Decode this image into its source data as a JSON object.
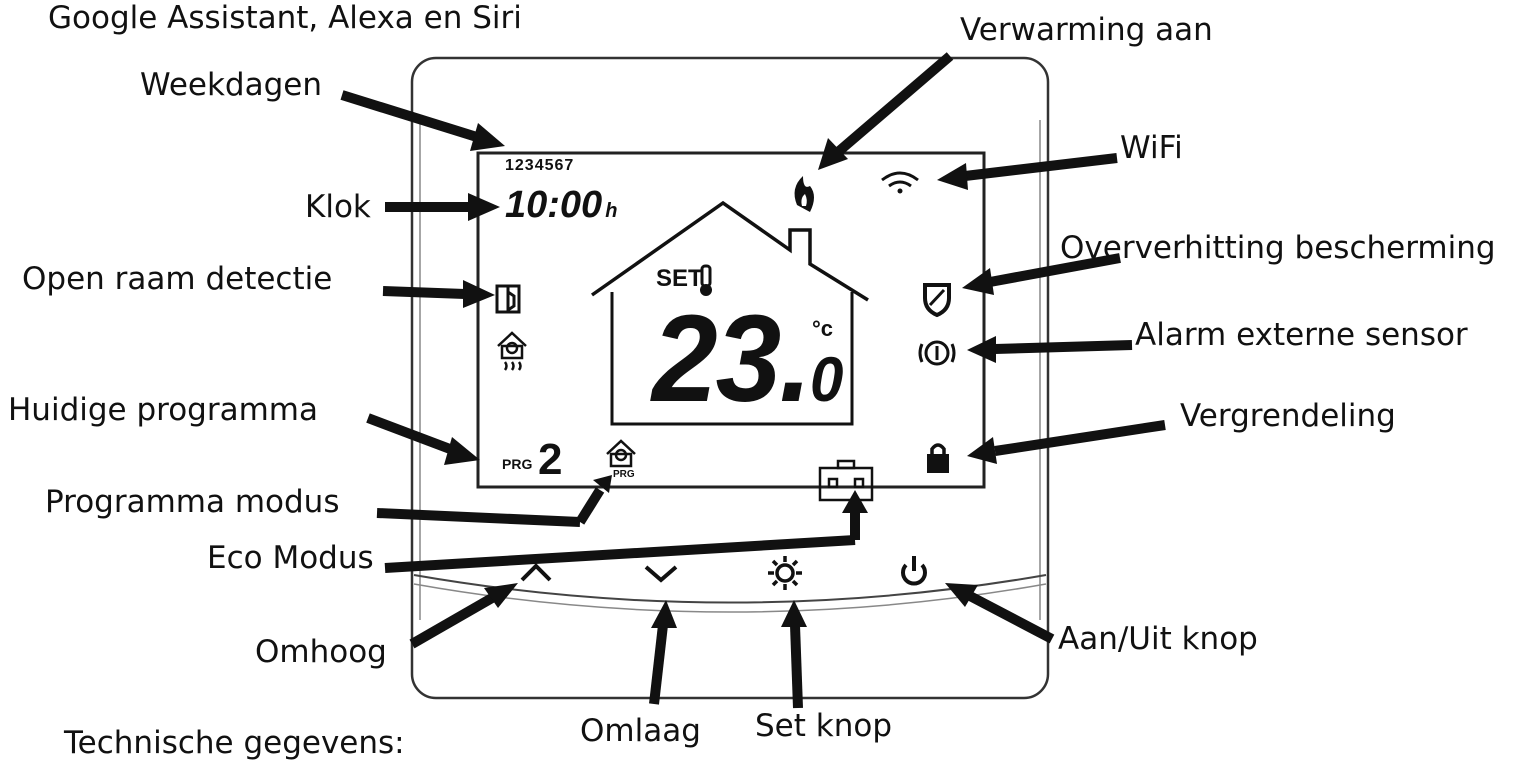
{
  "labels": {
    "assistants": "Google Assistant, Alexa en Siri",
    "weekdays": "Weekdagen",
    "clock": "Klok",
    "window": "Open raam detectie",
    "program_current": "Huidige programma",
    "program_mode": "Programma modus",
    "eco": "Eco Modus",
    "up": "Omhoog",
    "down": "Omlaag",
    "set": "Set knop",
    "power": "Aan/Uit knop",
    "heating": "Verwarming aan",
    "wifi": "WiFi",
    "overheat": "Oververhitting bescherming",
    "alarm": "Alarm externe sensor",
    "lock": "Vergrendeling",
    "tech": "Technische gegevens:"
  },
  "display": {
    "weekdays": "1234567",
    "clock": "10:00",
    "clock_unit": "h",
    "set": "SET",
    "temp_main": "23.",
    "temp_decimal": "0",
    "temp_unit": "°c",
    "prg": "PRG",
    "prg_number": "2",
    "prg_small": "PRG"
  },
  "colors": {
    "ink": "#111111",
    "background": "#ffffff",
    "device_outline": "#333333"
  }
}
